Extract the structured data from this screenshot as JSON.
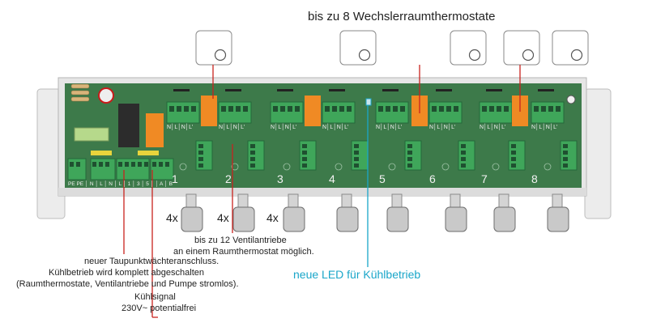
{
  "header": {
    "title": "bis zu 8 Wechslerraumthermostate"
  },
  "board": {
    "zones": [
      "1",
      "2",
      "3",
      "4",
      "5",
      "6",
      "7",
      "8"
    ],
    "terminal_label": "N│L│N│L'",
    "left_terminal_labels": "PE PE │ N │ L │ N │ L │ 1 │ 3 │ 5 │ │ A │ B"
  },
  "multipliers": [
    "4x",
    "4x",
    "4x"
  ],
  "notes": {
    "ventile_line1": "bis zu 12 Ventilantriebe",
    "ventile_line2": "an einem Raumthermostat möglich.",
    "led": "neue LED für Kühlbetrieb",
    "tau_line1": "neuer Taupunktwächteranschluss.",
    "tau_line2": "Kühlbetrieb wird komplett abgeschalten",
    "tau_line3": "(Raumthermostate, Ventilantriebe und Pumpe stromlos).",
    "kuehl_line1": "Kühlsignal",
    "kuehl_line2": "230V~ potentialfrei"
  },
  "colors": {
    "board": "#3d7a4a",
    "terminal": "#3fa65a",
    "relay": "#f08a24",
    "red_line": "#c8231e",
    "cyan_line": "#1aa6c9"
  }
}
